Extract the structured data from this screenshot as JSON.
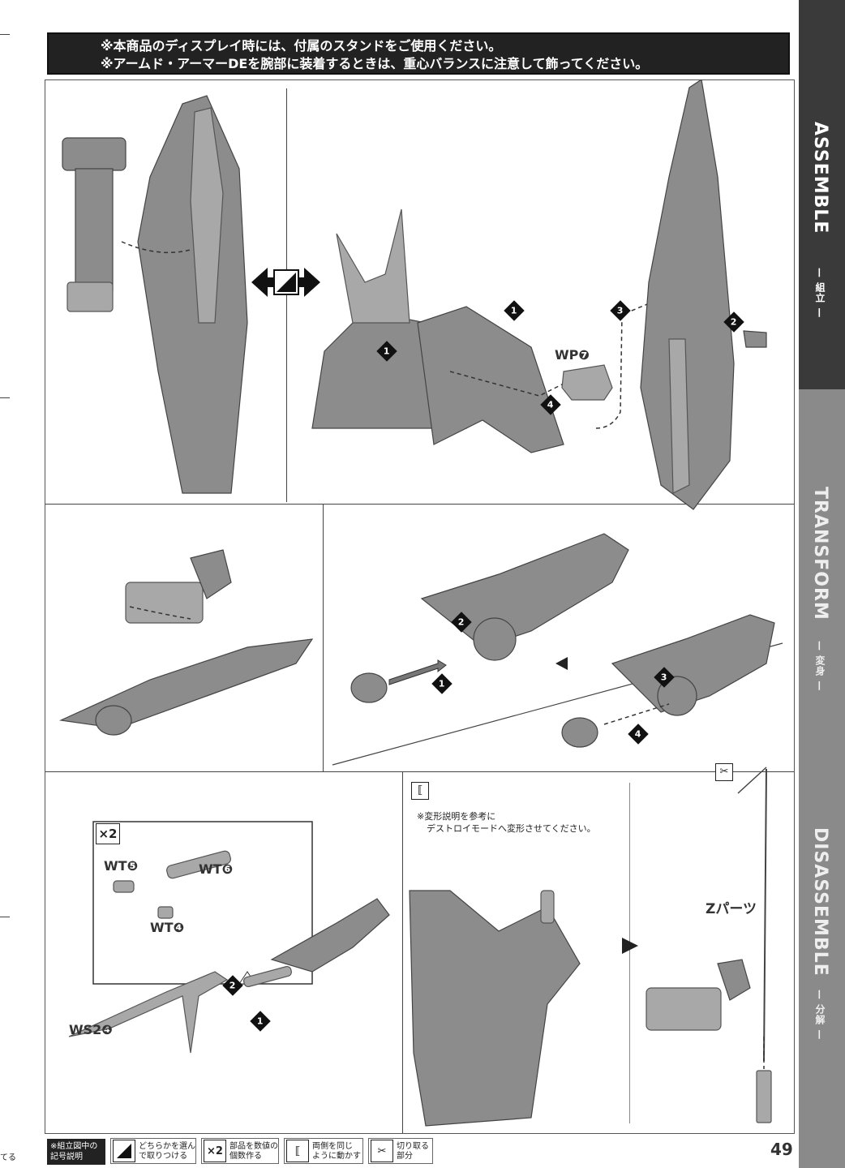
{
  "banner": {
    "line1": "※本商品のディスプレイ時には、付属のスタンドをご使用ください。",
    "line2": "※アームド・アーマーDEを腕部に装着するときは、重心バランスに注意して飾ってください。"
  },
  "sidebar": {
    "assemble": {
      "title": "ASSEMBLE",
      "sub": "— 組立 —"
    },
    "transform": {
      "title": "TRANSFORM",
      "sub": "— 変身 —"
    },
    "disassemble": {
      "title": "DISASSEMBLE",
      "sub": "— 分解 —"
    }
  },
  "labels": {
    "wp7": "WP❼",
    "x2": "×2",
    "wt5": "WT❺",
    "wt6": "WT❻",
    "wt4": "WT❹",
    "ws24": "WS2❹",
    "zparts": "Zパーツ",
    "note_line1": "※変形説明を参考に",
    "note_line2": "デストロイモードへ変形させてください。"
  },
  "steps": [
    "1",
    "2",
    "3",
    "4"
  ],
  "legend": {
    "title_line1": "※組立図中の",
    "title_line2": "記号説明",
    "item1_line1": "どちらかを選ん",
    "item1_line2": "で取りつける",
    "item2_icon": "×2",
    "item2_line1": "部品を数値の",
    "item2_line2": "個数作る",
    "item3_line1": "両側を同じ",
    "item3_line2": "ように動かす",
    "item4_line1": "切り取る",
    "item4_line2": "部分"
  },
  "left_margin": {
    "text": "てる"
  },
  "page_number": "49"
}
